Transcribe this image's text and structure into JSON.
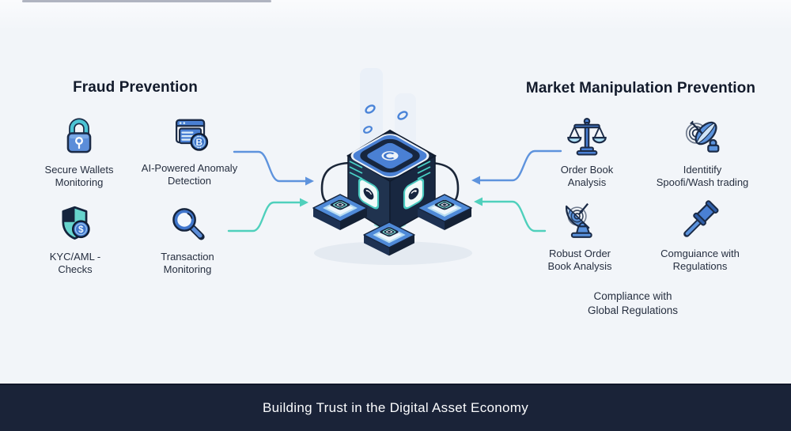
{
  "left_section": {
    "title": "Fraud Prevention",
    "items": [
      {
        "icon": "lock-icon",
        "label": "Secure Wallets\nMonitoring"
      },
      {
        "icon": "browser-bitcoin-icon",
        "label": "AI-Powered Anomaly\nDetection"
      },
      {
        "icon": "shield-dollar-icon",
        "label": "KYC/AML -\nChecks"
      },
      {
        "icon": "magnifier-icon",
        "label": "Transaction\nMonitoring"
      }
    ]
  },
  "right_section": {
    "title": "Market Manipulation Prevention",
    "items": [
      {
        "icon": "scales-icon",
        "label": "Order Book\nAnalysis"
      },
      {
        "icon": "radar-dish-icon",
        "label": "Identitify\nSpoofi/Wash trading"
      },
      {
        "icon": "satellite-dish-icon",
        "label": "Robust Order\nBook Analysis"
      },
      {
        "icon": "gavel-icon",
        "label": "Comguiance with\nRegulations"
      }
    ],
    "note": "Compliance with\nGlobal Regulations"
  },
  "center_illustration": "blockchain-network-hub",
  "footer": {
    "text": "Building Trust in the Digital Asset Economy"
  },
  "colors": {
    "background": "#f2f5f9",
    "footer_bg": "#1a2338",
    "heading_text": "#121a2b",
    "label_text": "#262f40",
    "brand_blue": "#4a80d4",
    "brand_teal": "#4fd0c4",
    "brand_navy": "#1d2e4c",
    "arrow_blue": "#5e93dd",
    "arrow_teal": "#4fd0bc"
  }
}
